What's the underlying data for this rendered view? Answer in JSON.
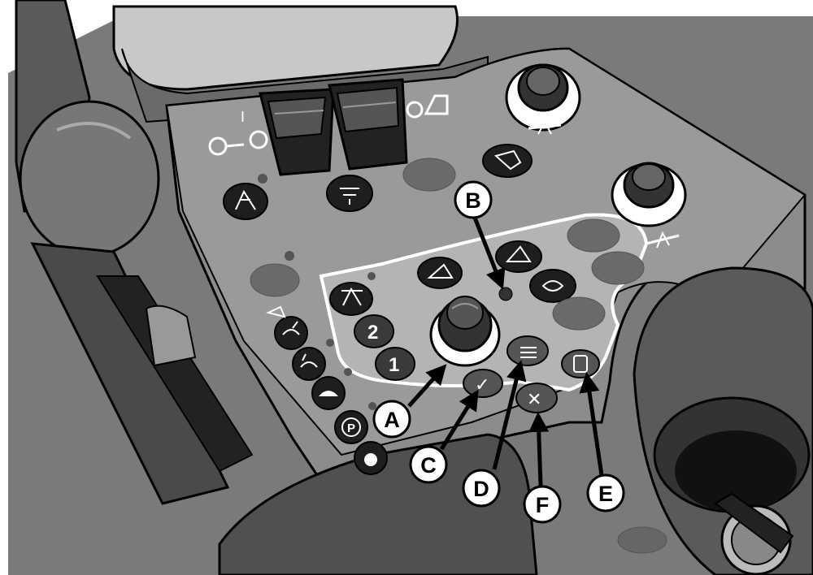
{
  "figure": {
    "callouts": [
      {
        "id": "A",
        "label": "A"
      },
      {
        "id": "B",
        "label": "B"
      },
      {
        "id": "C",
        "label": "C"
      },
      {
        "id": "D",
        "label": "D"
      },
      {
        "id": "E",
        "label": "E"
      },
      {
        "id": "F",
        "label": "F"
      }
    ],
    "buttons": {
      "gear_2": "2",
      "gear_1": "1",
      "park": "P"
    },
    "icons": {
      "key_switch_off": "I",
      "confirm": "✓",
      "cancel": "✕"
    }
  },
  "colors": {
    "console": "#8c8c8c",
    "panel_light": "#b4b4b4",
    "dark_button": "#1e1e1e",
    "outline": "#000000"
  }
}
